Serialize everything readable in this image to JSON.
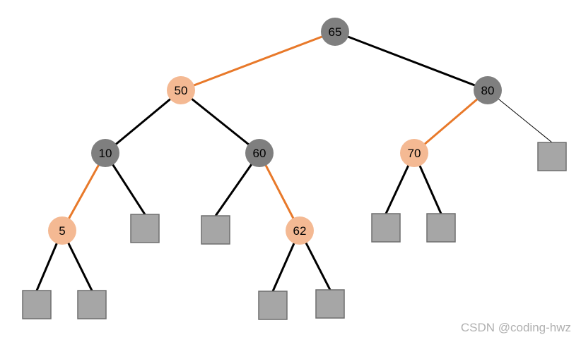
{
  "colors": {
    "black_node": "#7f7f7f",
    "red_node": "#f4b993",
    "nil_leaf_fill": "#a6a6a6",
    "nil_leaf_stroke": "#6f6f6f",
    "black_edge": "#000000",
    "red_edge": "#e8792a"
  },
  "tree": {
    "nodes": [
      {
        "id": "n65",
        "label": "65",
        "color": "black"
      },
      {
        "id": "n50",
        "label": "50",
        "color": "red"
      },
      {
        "id": "n80",
        "label": "80",
        "color": "black"
      },
      {
        "id": "n10",
        "label": "10",
        "color": "black"
      },
      {
        "id": "n60",
        "label": "60",
        "color": "black"
      },
      {
        "id": "n70",
        "label": "70",
        "color": "red"
      },
      {
        "id": "n5",
        "label": "5",
        "color": "red"
      },
      {
        "id": "n62",
        "label": "62",
        "color": "red"
      }
    ],
    "nil_leaves": [
      {
        "id": "nil-80-right"
      },
      {
        "id": "nil-10-right"
      },
      {
        "id": "nil-60-left"
      },
      {
        "id": "nil-70-left"
      },
      {
        "id": "nil-70-right"
      },
      {
        "id": "nil-5-left"
      },
      {
        "id": "nil-5-right"
      },
      {
        "id": "nil-62-left"
      },
      {
        "id": "nil-62-right"
      }
    ],
    "edges": [
      {
        "from": "n65",
        "to": "n50",
        "color": "red"
      },
      {
        "from": "n65",
        "to": "n80",
        "color": "black"
      },
      {
        "from": "n50",
        "to": "n10",
        "color": "black"
      },
      {
        "from": "n50",
        "to": "n60",
        "color": "black"
      },
      {
        "from": "n80",
        "to": "n70",
        "color": "red"
      },
      {
        "from": "n80",
        "to": "nil-80-right",
        "color": "black",
        "thin": true
      },
      {
        "from": "n10",
        "to": "n5",
        "color": "red"
      },
      {
        "from": "n10",
        "to": "nil-10-right",
        "color": "black"
      },
      {
        "from": "n60",
        "to": "nil-60-left",
        "color": "black"
      },
      {
        "from": "n60",
        "to": "n62",
        "color": "red"
      },
      {
        "from": "n70",
        "to": "nil-70-left",
        "color": "black"
      },
      {
        "from": "n70",
        "to": "nil-70-right",
        "color": "black"
      },
      {
        "from": "n5",
        "to": "nil-5-left",
        "color": "black"
      },
      {
        "from": "n5",
        "to": "nil-5-right",
        "color": "black"
      },
      {
        "from": "n62",
        "to": "nil-62-left",
        "color": "black"
      },
      {
        "from": "n62",
        "to": "nil-62-right",
        "color": "black"
      }
    ]
  },
  "watermark": "CSDN @coding-hwz"
}
